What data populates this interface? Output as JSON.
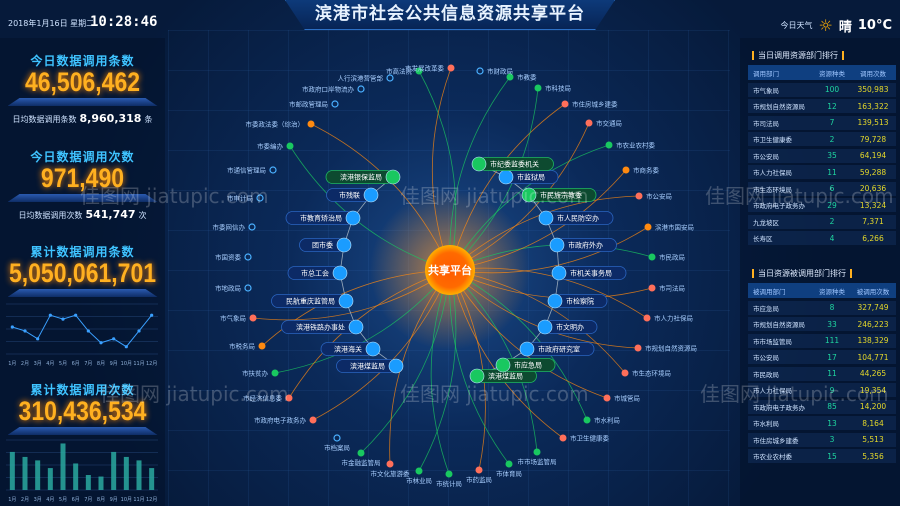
{
  "header": {
    "title": "滨港市社会公共信息资源共享平台",
    "date": "2018年1月16日 星期二",
    "time": "10:28:46",
    "weather_label": "今日天气",
    "weather_icon": "sun-icon",
    "weather_text": "晴",
    "temperature": "10°C"
  },
  "left": {
    "today_records": {
      "title": "今日数据调用条数",
      "value": "46,506,462",
      "sub_label": "日均数据调用条数",
      "sub_value": "8,960,318",
      "sub_unit": "条"
    },
    "today_calls": {
      "title": "今日数据调用次数",
      "value": "971,490",
      "sub_label": "日均数据调用次数",
      "sub_value": "541,747",
      "sub_unit": "次"
    },
    "total_records": {
      "title": "累计数据调用条数",
      "value": "5,050,061,701"
    },
    "total_calls": {
      "title": "累计数据调用次数",
      "value": "310,436,534"
    }
  },
  "chart_data": [
    {
      "type": "line",
      "categories": [
        "1月",
        "2月",
        "3月",
        "4月",
        "5月",
        "6月",
        "7月",
        "8月",
        "9月",
        "10月",
        "11月",
        "12月"
      ],
      "values": [
        48,
        41,
        27,
        69,
        62,
        69,
        41,
        20,
        27,
        13,
        41,
        69
      ],
      "grid": true,
      "color": "#3aa0ff"
    },
    {
      "type": "bar",
      "categories": [
        "1月",
        "2月",
        "3月",
        "4月",
        "5月",
        "6月",
        "7月",
        "8月",
        "9月",
        "10月",
        "11月",
        "12月"
      ],
      "values": [
        99,
        86,
        77,
        57,
        121,
        69,
        39,
        35,
        99,
        86,
        77,
        57
      ],
      "grid": true,
      "color": "#2aa9a0"
    }
  ],
  "center": {
    "hub": "共享平台",
    "inner": [
      "滨港银保监局",
      "市残联",
      "市教育矫治局",
      "团市委",
      "市总工会",
      "民航重庆监管局",
      "滨港铁路办事处",
      "滨港海关",
      "滨港煤监局",
      "滨港煤监局",
      "市应急局",
      "市政府研究室",
      "市文明办",
      "市检察院",
      "市机关事务局",
      "市政府外办",
      "市人民防空办",
      "市民族宗教委",
      "市监狱局",
      "市纪委监委机关"
    ],
    "outer": [
      "市高法院",
      "人行滨港营管部",
      "市政府口岸物流办",
      "市邮政管理局",
      "市委政法委（综治）",
      "市委编办",
      "市通信管理局",
      "市审计局",
      "市委网信办",
      "市国资委",
      "市地政局",
      "市气象局",
      "市税务局",
      "市扶贫办",
      "市经济信息委",
      "市政府电子政务办",
      "市档案局",
      "市金融监管局",
      "市文化旅游委",
      "市林业局",
      "市统计局",
      "市药监局",
      "市体育局",
      "市市场监管局",
      "市卫生健康委",
      "市水利局",
      "市城管局",
      "市生态环境局",
      "市规划自然资源局",
      "市人力社保局",
      "市司法局",
      "市民政局",
      "滨港市国安局",
      "市公安局",
      "市商务委",
      "市农业农村委",
      "市交通局",
      "市住房城乡建委",
      "市科技局",
      "市教委",
      "市财政局",
      "市发展改革委"
    ],
    "colors": {
      "green": "#19c860",
      "orange": "#ff8a10",
      "red": "#ff6f5a",
      "hollow": "#4ab0ff",
      "blue": "#1a9cff"
    }
  },
  "watermark": "佳图网 jiatupic.com",
  "right": {
    "table1": {
      "title": "当日调用资源部门排行",
      "headers": [
        "调用部门",
        "资源种类",
        "调用次数"
      ],
      "rows": [
        [
          "市气象局",
          "100",
          "350,983"
        ],
        [
          "市规划自然资源局",
          "12",
          "163,322"
        ],
        [
          "市司法局",
          "7",
          "139,513"
        ],
        [
          "市卫生健康委",
          "2",
          "79,728"
        ],
        [
          "市公安局",
          "35",
          "64,194"
        ],
        [
          "市人力社保局",
          "11",
          "59,288"
        ],
        [
          "市生态环境局",
          "6",
          "20,636"
        ],
        [
          "市政府电子政务办",
          "29",
          "13,324"
        ],
        [
          "九龙坡区",
          "2",
          "7,371"
        ],
        [
          "长寿区",
          "4",
          "6,266"
        ]
      ]
    },
    "table2": {
      "title": "当日资源被调用部门排行",
      "headers": [
        "被调用部门",
        "资源种类",
        "被调用次数"
      ],
      "rows": [
        [
          "市应急局",
          "8",
          "327,749"
        ],
        [
          "市规划自然资源局",
          "33",
          "246,223"
        ],
        [
          "市市场监管局",
          "111",
          "138,329"
        ],
        [
          "市公安局",
          "17",
          "104,771"
        ],
        [
          "市民政局",
          "11",
          "44,265"
        ],
        [
          "市人力社保局",
          "9",
          "19,354"
        ],
        [
          "市政府电子政务办",
          "85",
          "14,200"
        ],
        [
          "市水利局",
          "13",
          "8,164"
        ],
        [
          "市住房城乡建委",
          "3",
          "5,513"
        ],
        [
          "市农业农村委",
          "15",
          "5,356"
        ]
      ]
    }
  }
}
